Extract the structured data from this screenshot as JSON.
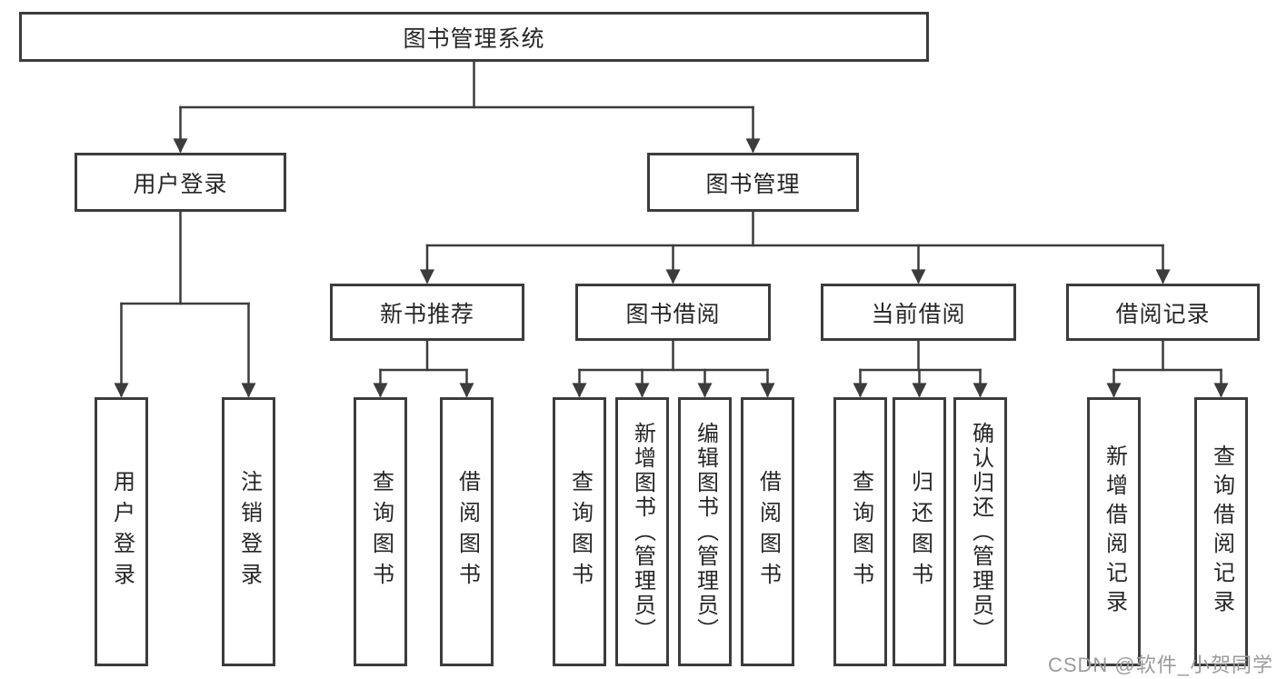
{
  "colors": {
    "line": "#3c3c3c",
    "border": "#3c3c3c",
    "text": "#262626",
    "watermark": "#9b9b9b",
    "background": "#ffffff"
  },
  "watermark": {
    "text": "CSDN @软件_小贺同学"
  },
  "tree": {
    "root": {
      "label": "图书管理系统"
    },
    "branches": [
      {
        "label": "用户登录",
        "children": [
          {
            "label": "用户登录"
          },
          {
            "label": "注销登录"
          }
        ]
      },
      {
        "label": "图书管理",
        "children": [
          {
            "label": "新书推荐",
            "children": [
              {
                "label": "查询图书"
              },
              {
                "label": "借阅图书"
              }
            ]
          },
          {
            "label": "图书借阅",
            "children": [
              {
                "label": "查询图书"
              },
              {
                "label": "新增图书（管理员）"
              },
              {
                "label": "编辑图书（管理员）"
              },
              {
                "label": "借阅图书"
              }
            ]
          },
          {
            "label": "当前借阅",
            "children": [
              {
                "label": "查询图书"
              },
              {
                "label": "归还图书"
              },
              {
                "label": "确认归还（管理员）"
              }
            ]
          },
          {
            "label": "借阅记录",
            "children": [
              {
                "label": "新增借阅记录"
              },
              {
                "label": "查询借阅记录"
              }
            ]
          }
        ]
      }
    ]
  }
}
